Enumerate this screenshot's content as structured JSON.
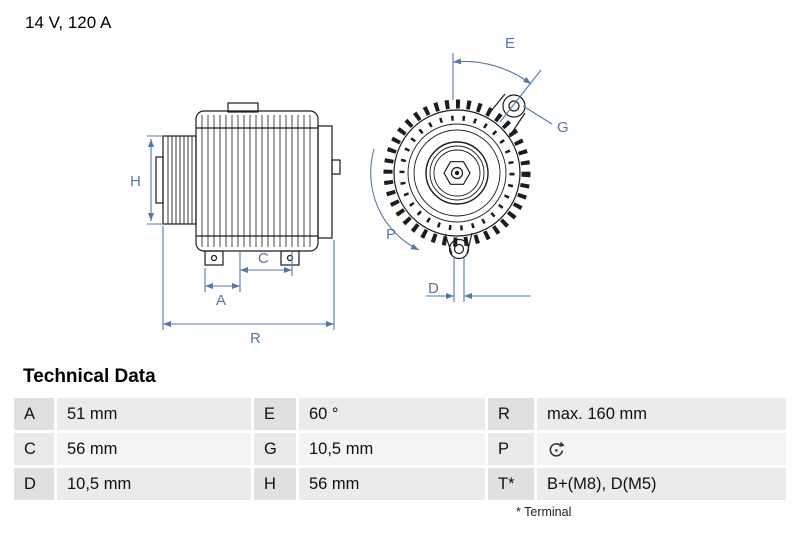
{
  "header": {
    "spec": "14 V, 120 A"
  },
  "diagram": {
    "labels": {
      "H": "H",
      "A": "A",
      "C": "C",
      "R": "R",
      "E": "E",
      "G": "G",
      "P": "P",
      "D": "D"
    }
  },
  "table": {
    "title": "Technical Data",
    "rows": [
      [
        {
          "k": "A",
          "v": "51 mm"
        },
        {
          "k": "E",
          "v": "60 °"
        },
        {
          "k": "R",
          "v": "max. 160 mm"
        }
      ],
      [
        {
          "k": "C",
          "v": "56 mm"
        },
        {
          "k": "G",
          "v": "10,5 mm"
        },
        {
          "k": "P",
          "v": "",
          "icon": "rotation-cw-icon"
        }
      ],
      [
        {
          "k": "D",
          "v": "10,5 mm"
        },
        {
          "k": "H",
          "v": "56 mm"
        },
        {
          "k": "T*",
          "v": "B+(M8), D(M5)"
        }
      ]
    ],
    "footnote": "* Terminal"
  },
  "colors": {
    "dimension": "#5577a8",
    "line": "#1c1c1c",
    "row_label_bg": "#e0e0e0",
    "row_value_bg": "#ebebeb"
  }
}
